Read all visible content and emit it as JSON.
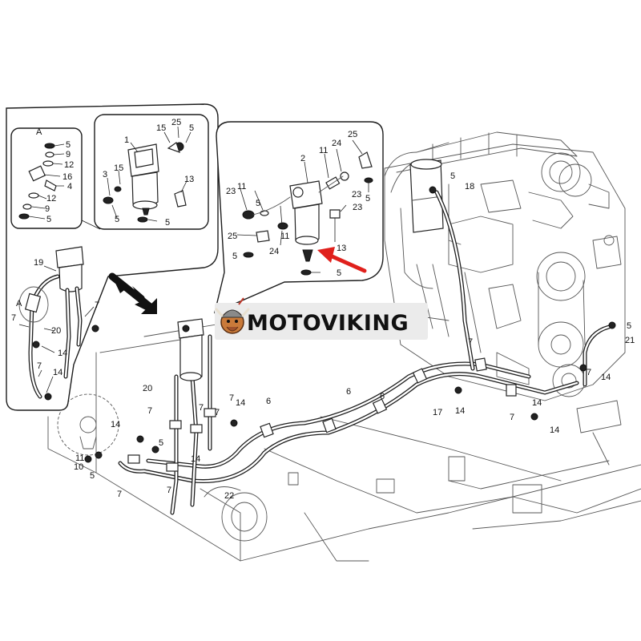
{
  "brand": {
    "name": "MOTOVIKING",
    "logo_icon": "viking-mascot-icon"
  },
  "inset_a": {
    "label": "A",
    "callouts": [
      "5",
      "9",
      "12",
      "16",
      "4",
      "12",
      "9",
      "5"
    ]
  },
  "inset_left": {
    "callouts": [
      "1",
      "15",
      "25",
      "5",
      "3",
      "15",
      "13",
      "5",
      "5"
    ]
  },
  "inset_right": {
    "callouts": [
      "2",
      "11",
      "24",
      "25",
      "11",
      "23",
      "5",
      "23",
      "25",
      "11",
      "24",
      "5",
      "13",
      "5",
      "5",
      "23"
    ]
  },
  "overview_left": {
    "callouts": [
      "19",
      "A",
      "7",
      "7",
      "20",
      "14",
      "7",
      "14"
    ]
  },
  "main": {
    "callouts": [
      "5",
      "18",
      "6",
      "6",
      "17",
      "14",
      "7",
      "7",
      "14",
      "14",
      "5",
      "21",
      "7",
      "14",
      "20",
      "7",
      "14",
      "6",
      "7",
      "14",
      "7",
      "14",
      "5",
      "11",
      "10",
      "5",
      "7",
      "7",
      "7",
      "22"
    ]
  },
  "highlight": {
    "arrow_color": "#e0201c"
  },
  "colors": {
    "line": "#222222",
    "background": "#ffffff",
    "banner_bg": "#ebebeb"
  }
}
